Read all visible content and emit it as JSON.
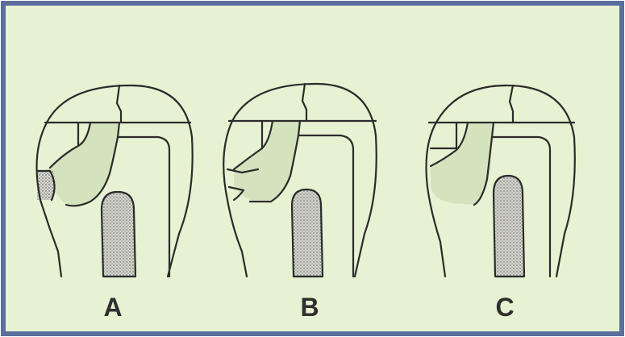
{
  "colors": {
    "frame_border": "#5a6f9e",
    "background": "#e6f2d2",
    "outline": "#2b2b2b",
    "shaded_region": "#d4e3bd",
    "stipple": "#7a7a7a"
  },
  "panels": [
    {
      "label": "A"
    },
    {
      "label": "B"
    },
    {
      "label": "C"
    }
  ]
}
